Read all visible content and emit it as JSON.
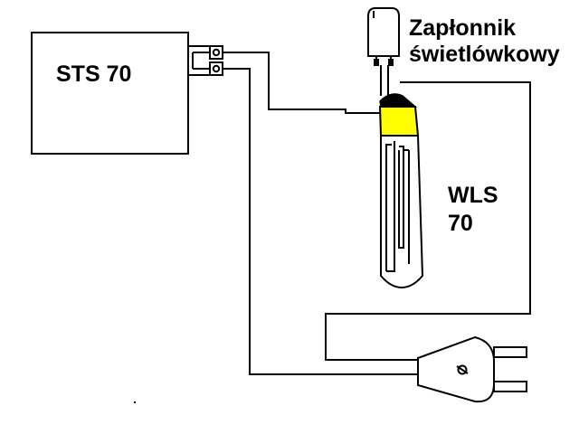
{
  "labels": {
    "ballast": "STS 70",
    "starter_line1": "Zapłonnik",
    "starter_line2": "świetlówkowy",
    "lamp_line1": "WLS",
    "lamp_line2": "70"
  },
  "colors": {
    "background": "#ffffff",
    "stroke": "#000000",
    "lamp_cap": "#ffff00",
    "lamp_tip": "#000000"
  },
  "components": {
    "ballast": "choke-ballast",
    "starter": "glow-starter",
    "lamp": "fluorescent-tube",
    "plug": "two-pin-mains-plug"
  }
}
